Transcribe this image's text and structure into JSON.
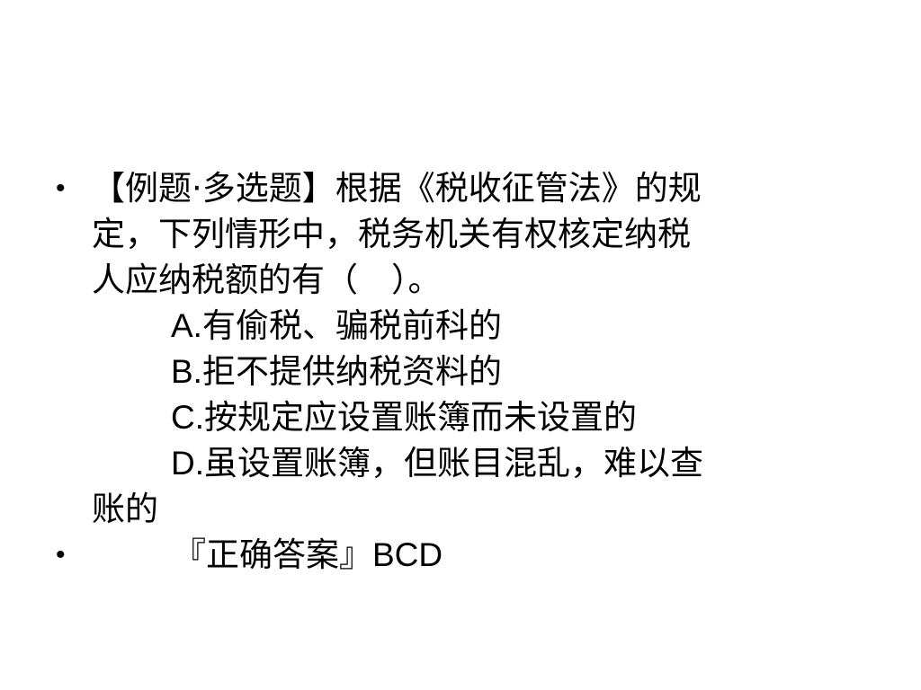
{
  "question": {
    "lines": [
      "【例题·多选题】根据《税收征管法》的规",
      "定，下列情形中，税务机关有权核定纳税",
      "人应纳税额的有（　）。"
    ],
    "options": [
      {
        "letter": "A.",
        "text": "有偷税、骗税前科的"
      },
      {
        "letter": "B.",
        "text": "拒不提供纳税资料的"
      },
      {
        "letter": "C.",
        "text": "按规定应设置账簿而未设置的"
      },
      {
        "letter": "D.",
        "text": "虽设置账簿，但账目混乱，难以查"
      }
    ],
    "continuation": "账的"
  },
  "answer": {
    "label": "『正确答案』",
    "value": "BCD"
  },
  "bullet_symbol": "•"
}
